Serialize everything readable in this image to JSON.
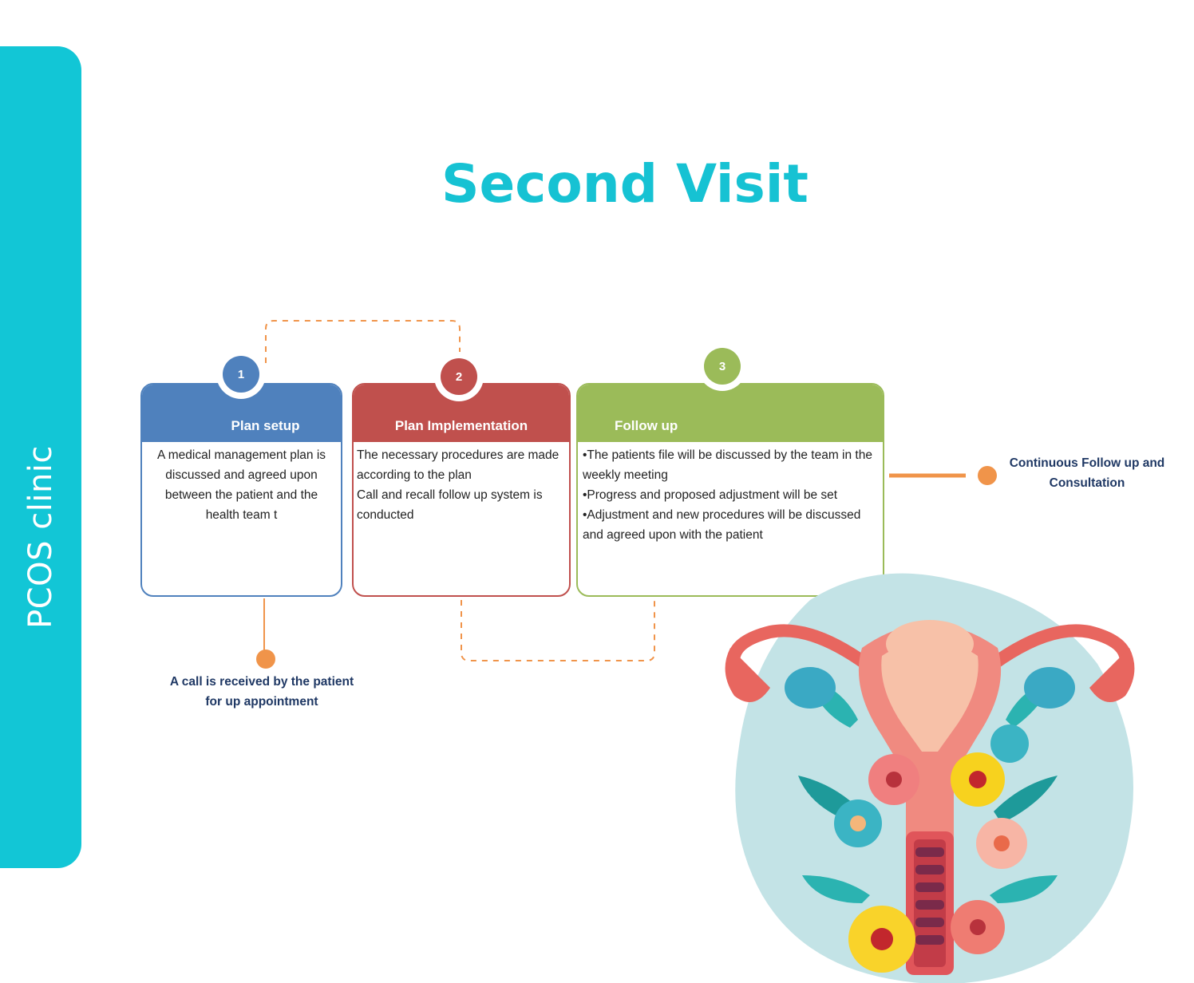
{
  "sidebar": {
    "label": "PCOS clinic"
  },
  "title": "Second Visit",
  "colors": {
    "accent": "#12c6d6",
    "step1": "#4f81bd",
    "step2": "#c0504d",
    "step3": "#9bbb59",
    "connector": "#f0944a",
    "note_text": "#1f3864"
  },
  "steps": [
    {
      "number": "1",
      "title": "Plan setup",
      "lines": [
        "A medical management plan is discussed and agreed upon between the patient and the health team t"
      ]
    },
    {
      "number": "2",
      "title": "Plan Implementation",
      "lines": [
        "The necessary procedures are made according to the plan",
        "Call and recall follow up system is conducted"
      ]
    },
    {
      "number": "3",
      "title": "Follow up",
      "lines": [
        "•The patients file will be discussed by the team in the weekly meeting",
        "•Progress and proposed adjustment will be  set",
        "•Adjustment and new procedures will be discussed and agreed upon with the patient"
      ]
    }
  ],
  "notes": {
    "call_received": "A call is received by the patient for up appointment",
    "continuous_follow_up": "Continuous Follow up and Consultation"
  },
  "illustration": {
    "icon": "uterus-flowers-illustration"
  }
}
